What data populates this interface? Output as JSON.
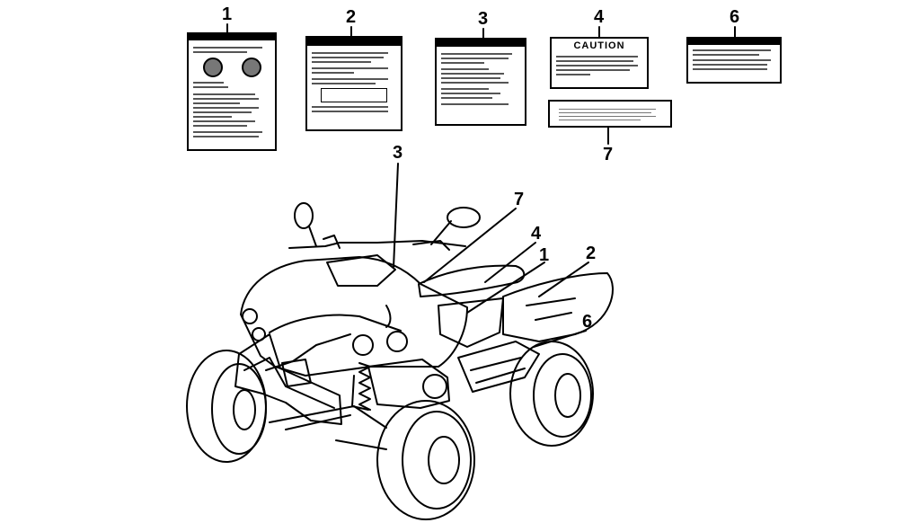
{
  "callouts": {
    "top": [
      "1",
      "2",
      "3",
      "4",
      "6",
      "7"
    ],
    "vehicle": [
      "3",
      "7",
      "4",
      "1",
      "2",
      "6"
    ]
  },
  "label4": {
    "heading": "CAUTION"
  },
  "colors": {
    "ink": "#000000",
    "paper": "#ffffff"
  }
}
